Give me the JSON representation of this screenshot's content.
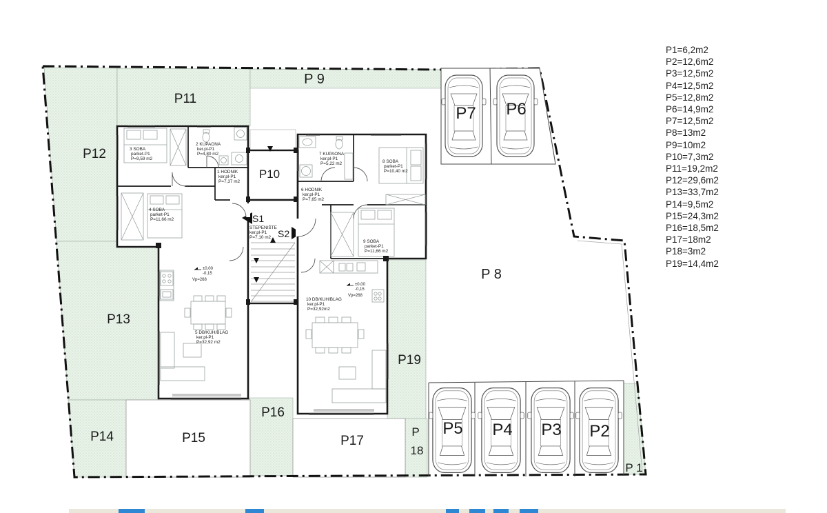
{
  "legend": {
    "items": [
      "P1=6,2m2",
      "P2=12,6m2",
      "P3=12,5m2",
      "P4=12,5m2",
      "P5=12,8m2",
      "P6=14,9m2",
      "P7=12,5m2",
      "P8=13m2",
      "P9=10m2",
      "P10=7,3m2",
      "P11=19,2m2",
      "P12=29,6m2",
      "P13=33,7m2",
      "P14=9,5m2",
      "P15=24,3m2",
      "P16=18,5m2",
      "P17=18m2",
      "P18=3m2",
      "P19=14,4m2"
    ]
  },
  "areas": {
    "p1": "P 1",
    "p8": "P 8",
    "p9": "P 9",
    "p10": "P10",
    "p11": "P11",
    "p12": "P12",
    "p13": "P13",
    "p14": "P14",
    "p15": "P15",
    "p16": "P16",
    "p17": "P17",
    "p18a": "P",
    "p18b": "18",
    "p19": "P19"
  },
  "parking": {
    "p2": "P2",
    "p3": "P3",
    "p4": "P4",
    "p5": "P5",
    "p6": "P6",
    "p7": "P7"
  },
  "stairs": {
    "s1": "S1",
    "s2": "S2",
    "name": "STEPENIŠTE",
    "floor": "ker.pl-P1",
    "area": "P=7,10 m2"
  },
  "apartment1": {
    "soba3": {
      "name": "3 SOBA",
      "floor": "parket-P1",
      "area": "P=9,59 m2"
    },
    "kupaona2": {
      "name": "2 KUPAONA",
      "floor": "ker.pl-P1",
      "area": "P=4,80 m2"
    },
    "hodnik1": {
      "name": "1 HODNIK",
      "floor": "ker.pl-P1",
      "area": "P=7,37 m2"
    },
    "soba4": {
      "name": "4 SOBA",
      "floor": "parket-P1",
      "area": "P=11,66 m2"
    },
    "dnevni5": {
      "name": "5 DB/KUH/BLAG",
      "floor": "ker.pl-P1",
      "area": "P=32,92 m2"
    },
    "level": {
      "a": "±0,00",
      "b": "-0,15",
      "vp": "Vp=268"
    }
  },
  "apartment2": {
    "kupaona7": {
      "name": "7 KUPAONA",
      "floor": "ker.pl-P1",
      "area": "P=5,22 m2"
    },
    "soba8": {
      "name": "8 SOBA",
      "floor": "parket-P1",
      "area": "P=10,40 m2"
    },
    "hodnik6": {
      "name": "6 HODNIK",
      "floor": "ker.pl-P1",
      "area": "P=7,65 m2"
    },
    "soba9": {
      "name": "9 SOBA",
      "floor": "parket-P1",
      "area": "P=11,66 m2"
    },
    "dnevni10": {
      "name": "10 DB/KUH/BLAG",
      "floor": "ker.pl-P1",
      "area": "P=32,92m2"
    },
    "level": {
      "a": "±0,00",
      "b": "-0,15",
      "vp": "Vp=268"
    }
  },
  "colors": {
    "green_fill": "#eaf3e9",
    "green_dot": "#a3c9ae",
    "boundary": "#111111",
    "strip_beige": "#ece7db",
    "strip_blue": "#2e87d3"
  }
}
